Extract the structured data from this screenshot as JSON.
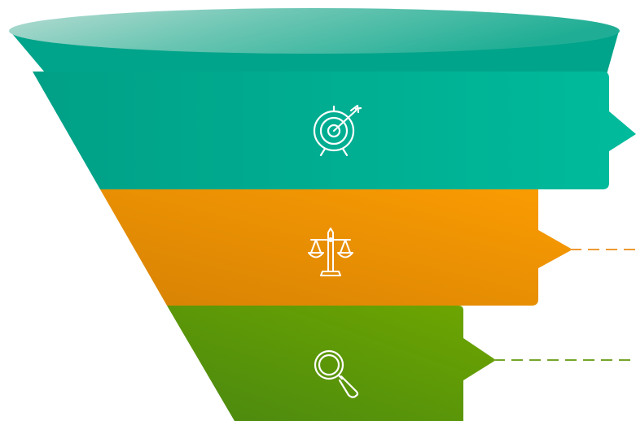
{
  "colors": {
    "teal_light": "#a9d6cc",
    "teal_mid": "#3ebba4",
    "teal_dark": "#00a78e",
    "teal_tag": "#00b89a",
    "orange_dark": "#dc8706",
    "orange_light": "#f79a03",
    "green_dark": "#4f8c0c",
    "green_light": "#6aa300",
    "icon_stroke": "#ffffff"
  },
  "stages": [
    {
      "id": "stage-1",
      "icon": "target-icon",
      "color": "teal",
      "connector": "none"
    },
    {
      "id": "stage-2",
      "icon": "scales-of-justice-icon",
      "color": "orange",
      "connector": "dashed"
    },
    {
      "id": "stage-3",
      "icon": "magnifying-glass-icon",
      "color": "green",
      "connector": "dashed"
    }
  ]
}
